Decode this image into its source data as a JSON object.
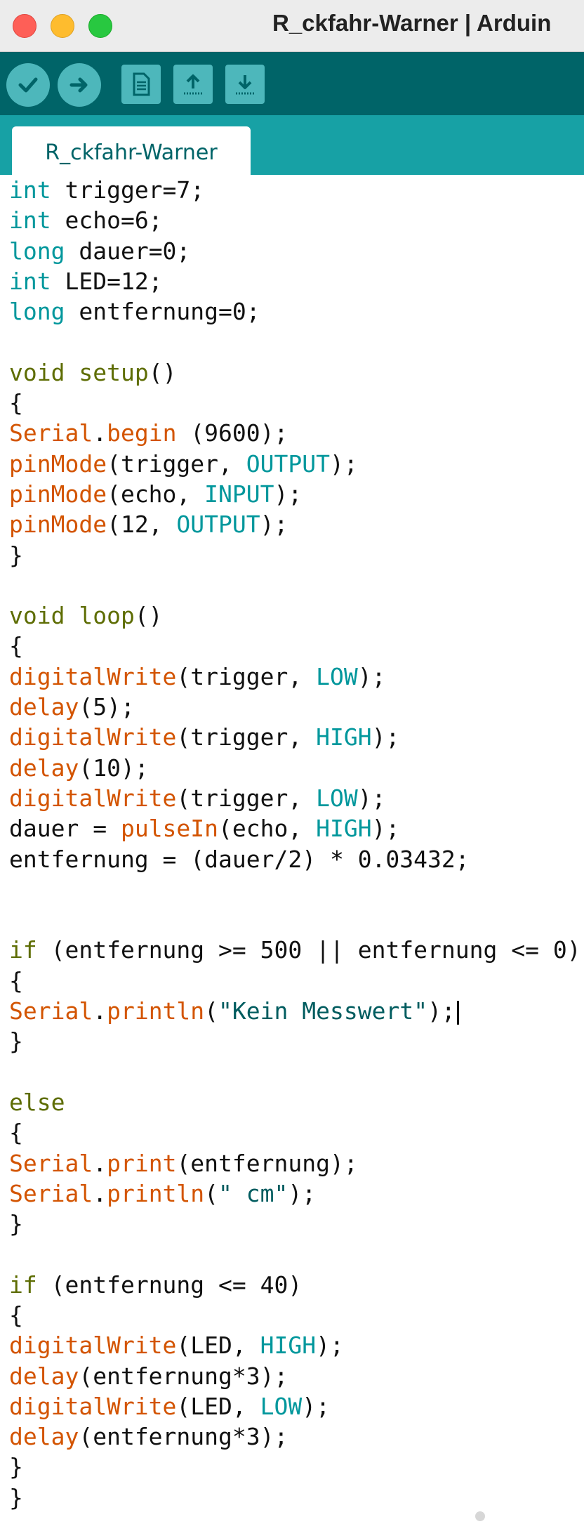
{
  "window": {
    "title": "R_ckfahr-Warner | Arduin"
  },
  "toolbar": {
    "buttons": [
      {
        "name": "verify",
        "icon": "check-icon"
      },
      {
        "name": "upload",
        "icon": "arrow-right-icon"
      },
      {
        "name": "new",
        "icon": "new-document-icon"
      },
      {
        "name": "open",
        "icon": "open-arrow-up-icon"
      },
      {
        "name": "save",
        "icon": "save-arrow-down-icon"
      }
    ]
  },
  "tabs": [
    {
      "label": "R_ckfahr-Warner"
    }
  ],
  "colors": {
    "toolbar": "#006468",
    "tabbar": "#17a1a5",
    "button": "#4db7bb",
    "keyword": "#00979c",
    "structure": "#5e6d03",
    "function": "#d35400",
    "string": "#005c5f"
  },
  "code": {
    "lines": [
      [
        [
          "kw",
          "int"
        ],
        [
          "p",
          " trigger=7;"
        ]
      ],
      [
        [
          "kw",
          "int"
        ],
        [
          "p",
          " echo=6;"
        ]
      ],
      [
        [
          "kw",
          "long"
        ],
        [
          "p",
          " dauer=0;"
        ]
      ],
      [
        [
          "kw",
          "int"
        ],
        [
          "p",
          " LED=12;"
        ]
      ],
      [
        [
          "kw",
          "long"
        ],
        [
          "p",
          " entfernung=0;"
        ]
      ],
      [],
      [
        [
          "fn",
          "void"
        ],
        [
          "p",
          " "
        ],
        [
          "fn",
          "setup"
        ],
        [
          "p",
          "()"
        ]
      ],
      [
        [
          "p",
          "{"
        ]
      ],
      [
        [
          "cf",
          "Serial"
        ],
        [
          "p",
          "."
        ],
        [
          "cf",
          "begin"
        ],
        [
          "p",
          " (9600);"
        ]
      ],
      [
        [
          "cf",
          "pinMode"
        ],
        [
          "p",
          "(trigger, "
        ],
        [
          "ct",
          "OUTPUT"
        ],
        [
          "p",
          ");"
        ]
      ],
      [
        [
          "cf",
          "pinMode"
        ],
        [
          "p",
          "(echo, "
        ],
        [
          "ct",
          "INPUT"
        ],
        [
          "p",
          ");"
        ]
      ],
      [
        [
          "cf",
          "pinMode"
        ],
        [
          "p",
          "(12, "
        ],
        [
          "ct",
          "OUTPUT"
        ],
        [
          "p",
          ");"
        ]
      ],
      [
        [
          "p",
          "}"
        ]
      ],
      [],
      [
        [
          "fn",
          "void"
        ],
        [
          "p",
          " "
        ],
        [
          "fn",
          "loop"
        ],
        [
          "p",
          "()"
        ]
      ],
      [
        [
          "p",
          "{"
        ]
      ],
      [
        [
          "cf",
          "digitalWrite"
        ],
        [
          "p",
          "(trigger, "
        ],
        [
          "ct",
          "LOW"
        ],
        [
          "p",
          ");"
        ]
      ],
      [
        [
          "cf",
          "delay"
        ],
        [
          "p",
          "(5);"
        ]
      ],
      [
        [
          "cf",
          "digitalWrite"
        ],
        [
          "p",
          "(trigger, "
        ],
        [
          "ct",
          "HIGH"
        ],
        [
          "p",
          ");"
        ]
      ],
      [
        [
          "cf",
          "delay"
        ],
        [
          "p",
          "(10);"
        ]
      ],
      [
        [
          "cf",
          "digitalWrite"
        ],
        [
          "p",
          "(trigger, "
        ],
        [
          "ct",
          "LOW"
        ],
        [
          "p",
          ");"
        ]
      ],
      [
        [
          "p",
          "dauer = "
        ],
        [
          "cf",
          "pulseIn"
        ],
        [
          "p",
          "(echo, "
        ],
        [
          "ct",
          "HIGH"
        ],
        [
          "p",
          ");"
        ]
      ],
      [
        [
          "p",
          "entfernung = (dauer/2) * 0.03432;"
        ]
      ],
      [],
      [],
      [
        [
          "fn",
          "if"
        ],
        [
          "p",
          " (entfernung >= 500 || entfernung <= 0)"
        ]
      ],
      [
        [
          "p",
          "{"
        ]
      ],
      [
        [
          "cf",
          "Serial"
        ],
        [
          "p",
          "."
        ],
        [
          "cf",
          "println"
        ],
        [
          "p",
          "("
        ],
        [
          "str",
          "\"Kein Messwert\""
        ],
        [
          "p",
          ");"
        ],
        [
          "caret",
          ""
        ]
      ],
      [
        [
          "p",
          "}"
        ]
      ],
      [],
      [
        [
          "fn",
          "else"
        ]
      ],
      [
        [
          "p",
          "{"
        ]
      ],
      [
        [
          "cf",
          "Serial"
        ],
        [
          "p",
          "."
        ],
        [
          "cf",
          "print"
        ],
        [
          "p",
          "(entfernung);"
        ]
      ],
      [
        [
          "cf",
          "Serial"
        ],
        [
          "p",
          "."
        ],
        [
          "cf",
          "println"
        ],
        [
          "p",
          "("
        ],
        [
          "str",
          "\" cm\""
        ],
        [
          "p",
          ");"
        ]
      ],
      [
        [
          "p",
          "}"
        ]
      ],
      [],
      [
        [
          "fn",
          "if"
        ],
        [
          "p",
          " (entfernung <= 40)"
        ]
      ],
      [
        [
          "p",
          "{"
        ]
      ],
      [
        [
          "cf",
          "digitalWrite"
        ],
        [
          "p",
          "(LED, "
        ],
        [
          "ct",
          "HIGH"
        ],
        [
          "p",
          ");"
        ]
      ],
      [
        [
          "cf",
          "delay"
        ],
        [
          "p",
          "(entfernung*3);"
        ]
      ],
      [
        [
          "cf",
          "digitalWrite"
        ],
        [
          "p",
          "(LED, "
        ],
        [
          "ct",
          "LOW"
        ],
        [
          "p",
          ");"
        ]
      ],
      [
        [
          "cf",
          "delay"
        ],
        [
          "p",
          "(entfernung*3);"
        ]
      ],
      [
        [
          "p",
          "}"
        ]
      ],
      [
        [
          "p",
          "}"
        ]
      ]
    ]
  }
}
